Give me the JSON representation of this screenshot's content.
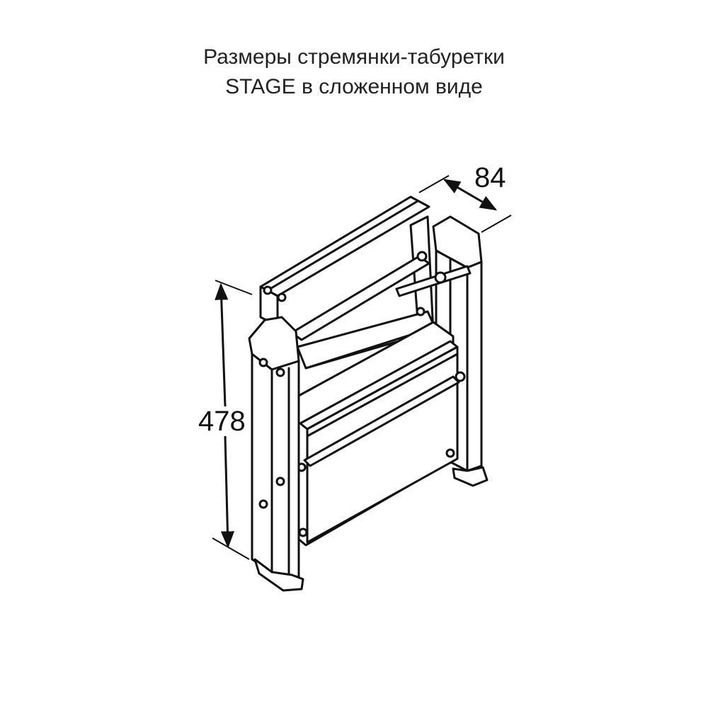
{
  "title": {
    "line1": "Размеры стремянки-табуретки",
    "line2": "STAGE в сложенном виде"
  },
  "dimensions": {
    "depth": "84",
    "height": "478"
  },
  "colors": {
    "line": "#111111",
    "fill": "#ffffff",
    "text": "#222222"
  }
}
